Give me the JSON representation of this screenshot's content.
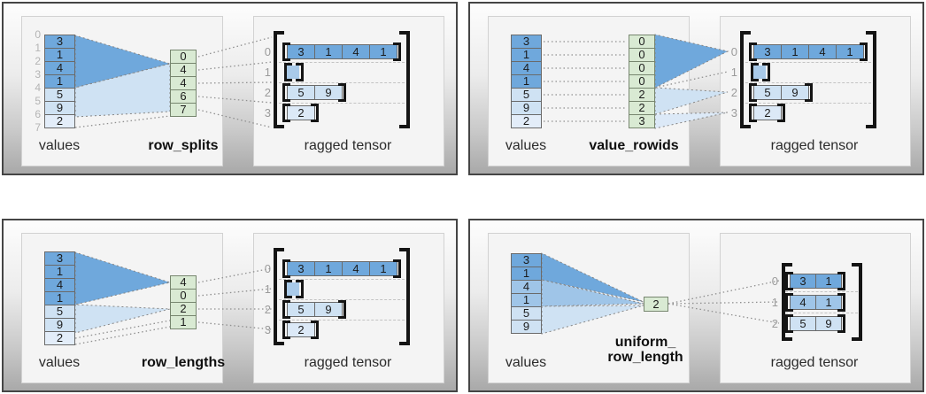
{
  "colors": {
    "dark_blue": "#6fa8dc",
    "medium_blue": "#9fc5e8",
    "light_blue": "#cfe2f3",
    "pale_blue": "#e3edf9",
    "green_cell": "#d9ead3"
  },
  "panels": {
    "row_splits": {
      "values_label": "values",
      "method_label": "row_splits",
      "result_label": "ragged tensor",
      "value_indices": [
        "0",
        "1",
        "2",
        "3",
        "4",
        "5",
        "6",
        "7"
      ],
      "values": [
        "3",
        "1",
        "4",
        "1",
        "5",
        "9",
        "2"
      ],
      "method_cells": [
        "0",
        "4",
        "4",
        "6",
        "7"
      ],
      "row_labels": [
        "0",
        "1",
        "2",
        "3"
      ],
      "rows": [
        [
          "3",
          "1",
          "4",
          "1"
        ],
        [],
        [
          "5",
          "9"
        ],
        [
          "2"
        ]
      ]
    },
    "value_rowids": {
      "values_label": "values",
      "method_label": "value_rowids",
      "result_label": "ragged tensor",
      "values": [
        "3",
        "1",
        "4",
        "1",
        "5",
        "9",
        "2"
      ],
      "method_cells": [
        "0",
        "0",
        "0",
        "0",
        "2",
        "2",
        "3"
      ],
      "row_labels": [
        "0",
        "1",
        "2",
        "3"
      ],
      "rows": [
        [
          "3",
          "1",
          "4",
          "1"
        ],
        [],
        [
          "5",
          "9"
        ],
        [
          "2"
        ]
      ]
    },
    "row_lengths": {
      "values_label": "values",
      "method_label": "row_lengths",
      "result_label": "ragged tensor",
      "values": [
        "3",
        "1",
        "4",
        "1",
        "5",
        "9",
        "2"
      ],
      "method_cells": [
        "4",
        "0",
        "2",
        "1"
      ],
      "row_labels": [
        "0",
        "1",
        "2",
        "3"
      ],
      "rows": [
        [
          "3",
          "1",
          "4",
          "1"
        ],
        [],
        [
          "5",
          "9"
        ],
        [
          "2"
        ]
      ]
    },
    "uniform_row_length": {
      "values_label": "values",
      "method_label_line1": "uniform_",
      "method_label_line2": "row_length",
      "result_label": "ragged tensor",
      "values": [
        "3",
        "1",
        "4",
        "1",
        "5",
        "9"
      ],
      "method_cells": [
        "2"
      ],
      "row_labels": [
        "0",
        "1",
        "2"
      ],
      "rows": [
        [
          "3",
          "1"
        ],
        [
          "4",
          "1"
        ],
        [
          "5",
          "9"
        ]
      ]
    }
  }
}
